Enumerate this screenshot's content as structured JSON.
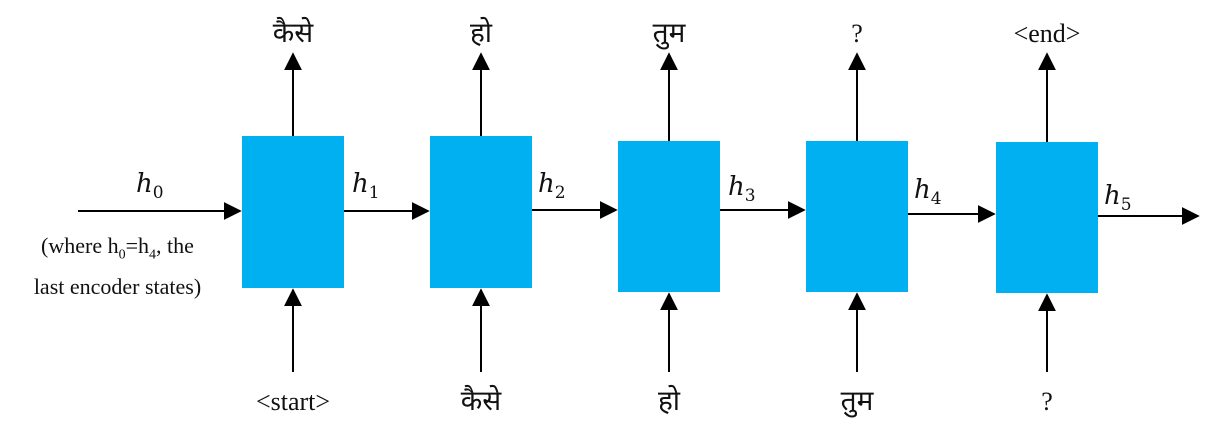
{
  "colors": {
    "cell_fill": "#00b0f0",
    "line": "#000000",
    "text": "#111111"
  },
  "initial_state": {
    "symbol": "h",
    "sub": "0"
  },
  "note": {
    "line1_pre": "(where h",
    "sub_a": "0",
    "mid": "=h",
    "sub_b": "4",
    "line1_post": ", the",
    "line2": "last encoder states)"
  },
  "cells": [
    {
      "input": "<start>",
      "output": "कैसे",
      "state_symbol": "h",
      "state_sub": "1"
    },
    {
      "input": "कैसे",
      "output": "हो",
      "state_symbol": "h",
      "state_sub": "2"
    },
    {
      "input": "हो",
      "output": "तुम",
      "state_symbol": "h",
      "state_sub": "3"
    },
    {
      "input": "तुम",
      "output": "?",
      "state_symbol": "h",
      "state_sub": "4"
    },
    {
      "input": "?",
      "output": "<end>",
      "state_symbol": "h",
      "state_sub": "5"
    }
  ]
}
